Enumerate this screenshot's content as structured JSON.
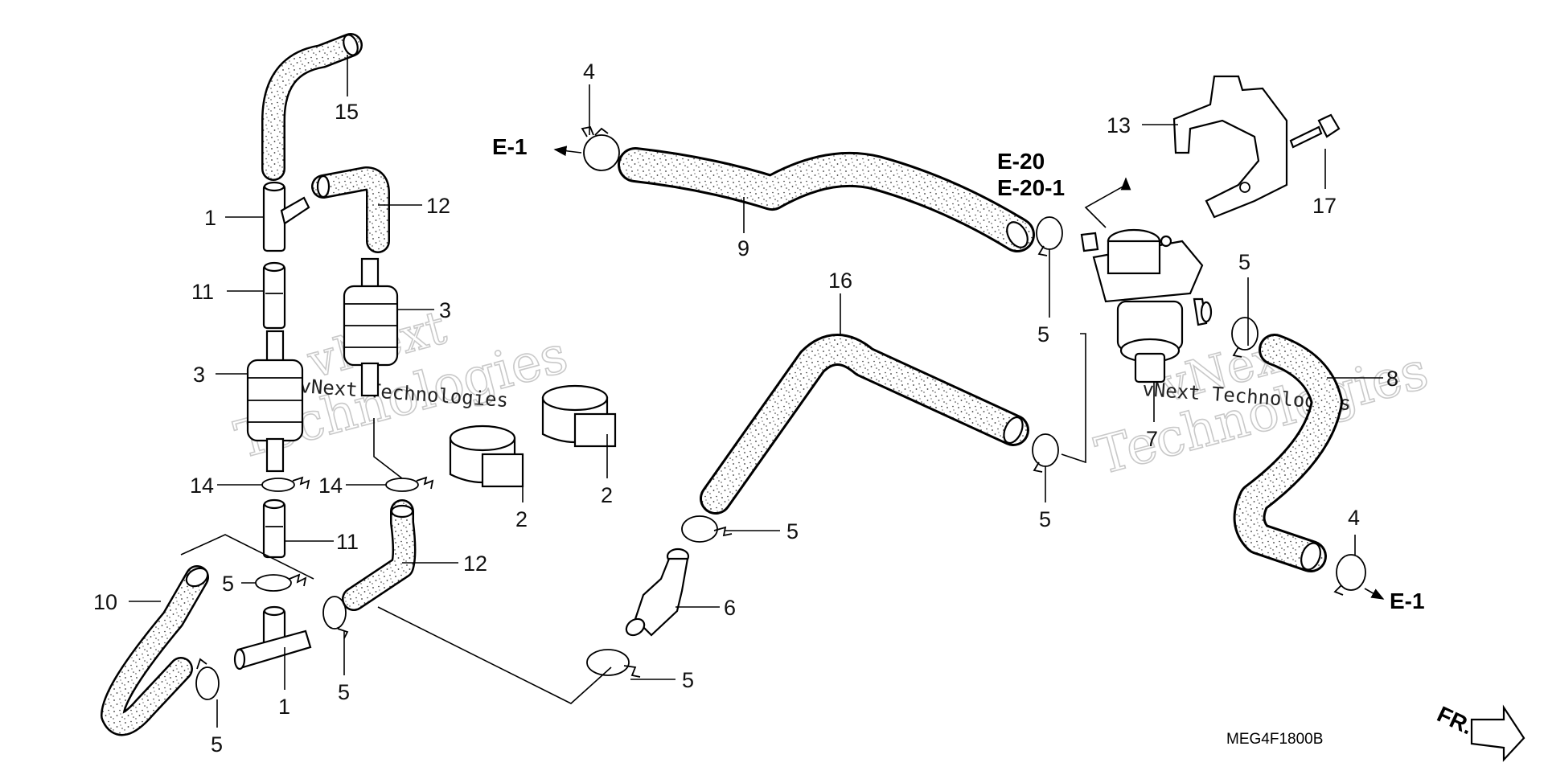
{
  "diagram": {
    "callouts": {
      "p15": "15",
      "p1a": "1",
      "p12a": "12",
      "p11a": "11",
      "p3a": "3",
      "p3b": "3",
      "p14a": "14",
      "p14b": "14",
      "p11b": "11",
      "p12b": "12",
      "p10": "10",
      "p5a": "5",
      "p1b": "1",
      "p5b": "5",
      "p5c": "5",
      "p4a": "4",
      "p9": "9",
      "p16": "16",
      "p2a": "2",
      "p2b": "2",
      "p5d": "5",
      "p6": "6",
      "p5e": "5",
      "p13": "13",
      "p17": "17",
      "p5f": "5",
      "p5g": "5",
      "p8": "8",
      "p7": "7",
      "p5h": "5",
      "p4b": "4"
    },
    "refs": {
      "e1_left": "E-1",
      "e20": "E-20",
      "e20_1": "E-20-1",
      "e1_right": "E-1"
    },
    "drawing_code": "MEG4F1800B",
    "front_label": "FR.",
    "watermark": {
      "line1": "vNext",
      "line2": "Technologies",
      "small": "vNext Technologies"
    }
  }
}
